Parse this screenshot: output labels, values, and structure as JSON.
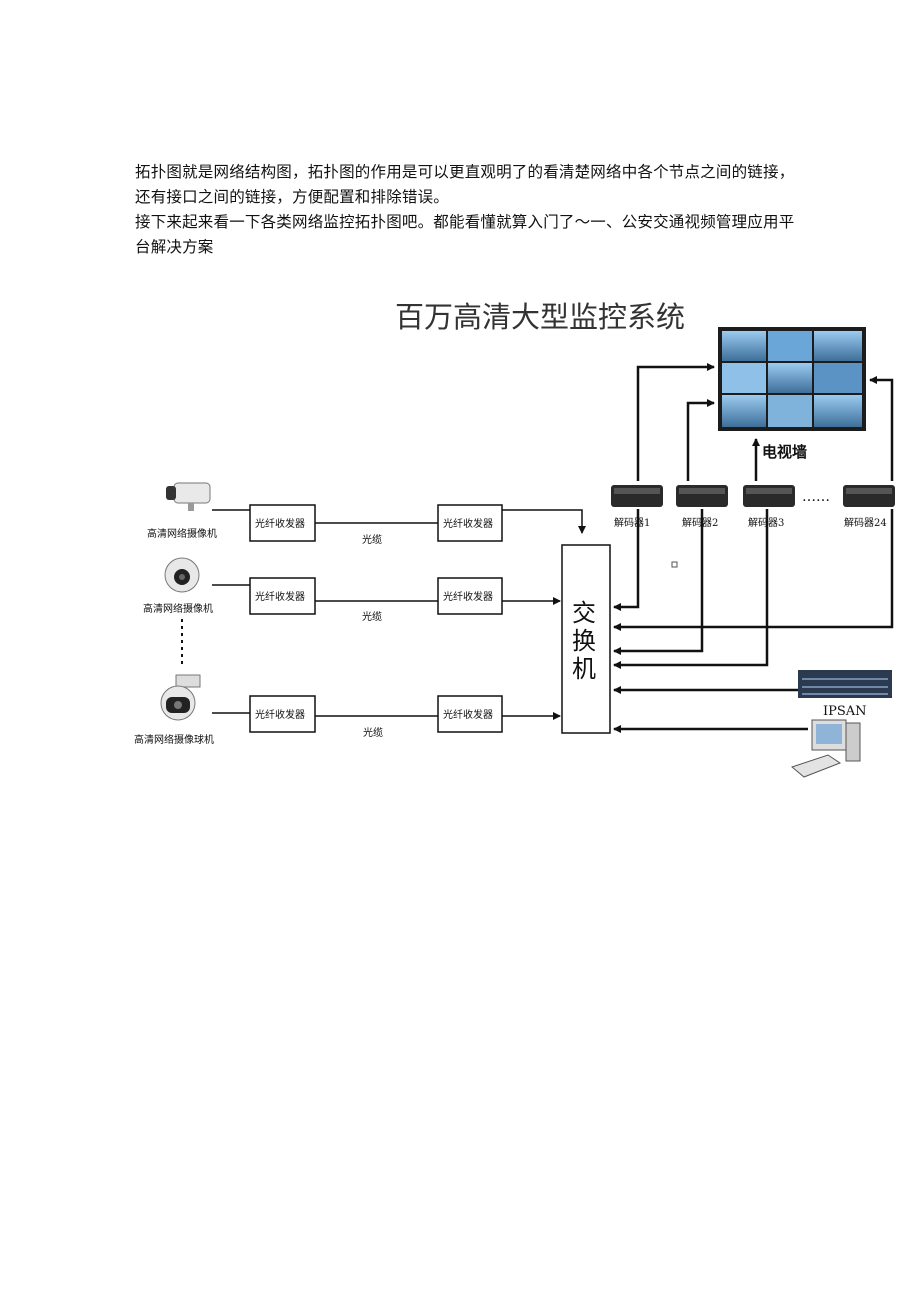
{
  "intro": {
    "line1": "拓扑图就是网络结构图，拓扑图的作用是可以更直观明了的看清楚网络中各个节点之间的链接，还有接口之间的链接，方便配置和排除错误。",
    "line2": "接下来起来看一下各类网络监控拓扑图吧。都能看懂就算入门了～一、公安交通视频管理应用平台解决方案"
  },
  "diagram": {
    "title": "百万高清大型监控系统",
    "tv_wall_label": "电视墙",
    "switch_label": "交换机",
    "storage_label": "IPSAN",
    "transceiver_label": "光纤收发器",
    "cable_label": "光缆",
    "cameras": [
      {
        "label": "高清网络摄像机",
        "icon": "bullet-camera-icon"
      },
      {
        "label": "高清网络摄像机",
        "icon": "dome-camera-icon"
      },
      {
        "label": "高清网络摄像球机",
        "icon": "ptz-camera-icon"
      }
    ],
    "decoders": [
      "解码器1",
      "解码器2",
      "解码器3",
      "解码器24"
    ],
    "ellipsis": "……",
    "colors": {
      "line": "#111111",
      "screen": "#4a8fc8",
      "device": "#2a2a2a"
    }
  }
}
